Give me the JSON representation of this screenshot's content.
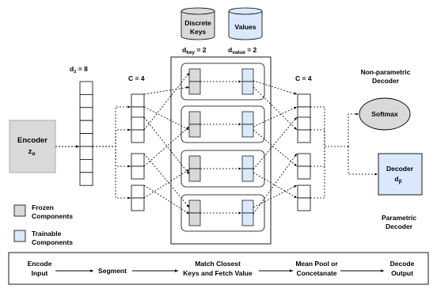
{
  "encoder": {
    "label": "Encoder",
    "symbol": "z",
    "sub": "α"
  },
  "dz": {
    "base": "d",
    "sub": "z",
    "rest": " = 8"
  },
  "segments_left": {
    "label": "C = 4"
  },
  "segments_right": {
    "label": "C = 4"
  },
  "db_keys": {
    "line1": "Discrete",
    "line2": "Keys"
  },
  "db_values": {
    "label": "Values"
  },
  "dkey": {
    "base": "d",
    "sub": "key",
    "rest": " = 2"
  },
  "dvalue": {
    "base": "d",
    "sub": "value",
    "rest": " = 2"
  },
  "nonparam": {
    "line1": "Non-parametric",
    "line2": "Decoder"
  },
  "softmax": {
    "label": "Softmax"
  },
  "decoder": {
    "label": "Decoder",
    "symbol": "d",
    "sub": "β"
  },
  "param": {
    "line1": "Parametric",
    "line2": "Decoder"
  },
  "legend": {
    "frozen": {
      "line1": "Frozen",
      "line2": "Components"
    },
    "trainable": {
      "line1": "Trainable",
      "line2": "Components"
    }
  },
  "pipeline": {
    "step1": {
      "line1": "Encode",
      "line2": "Input"
    },
    "step2": {
      "line1": "Segment"
    },
    "step3": {
      "line1": "Match Closest",
      "line2": "Keys and Fetch Value"
    },
    "step4": {
      "line1": "Mean Pool or",
      "line2": "Concetanate"
    },
    "step5": {
      "line1": "Decode",
      "line2": "Output"
    }
  },
  "colors": {
    "frozen": "#d9d9d9",
    "trainable": "#dae8fc",
    "stroke": "#000000"
  }
}
